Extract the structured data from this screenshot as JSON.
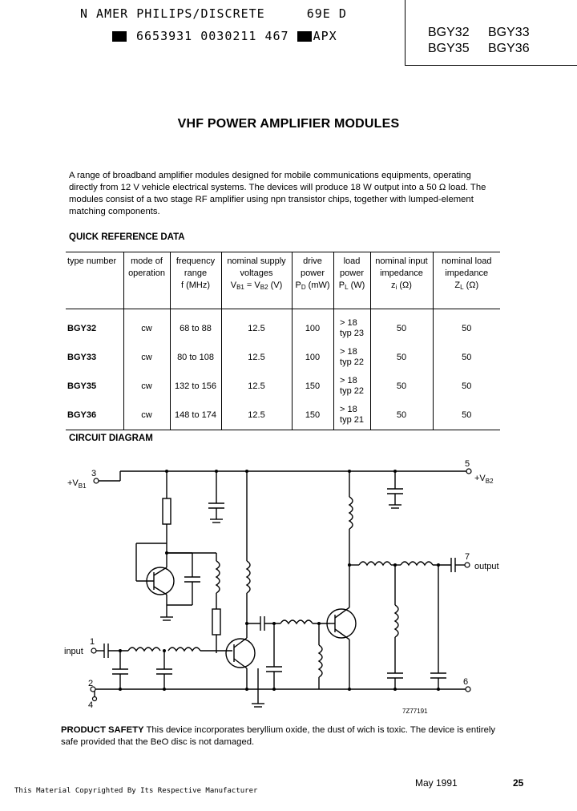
{
  "header": {
    "line1": "N AMER PHILIPS/DISCRETE",
    "line1_code": "69E D",
    "line2": "6653931 0030211 467",
    "line2_code": "APX",
    "part_numbers": [
      "BGY32",
      "BGY33",
      "BGY35",
      "BGY36"
    ]
  },
  "title": "VHF POWER AMPLIFIER MODULES",
  "intro": "A range of broadband amplifier modules designed for mobile communications equipments, operating directly from 12 V vehicle electrical systems. The devices will produce 18 W output into a 50 Ω load. The modules consist of a two stage RF amplifier using npn transistor chips, together with lumped-element matching components.",
  "quick_ref": {
    "heading": "QUICK REFERENCE DATA",
    "columns": {
      "type": "type number",
      "mode": "mode of operation",
      "freq1": "frequency range",
      "freq2": "f (MHz)",
      "supply1": "nominal supply voltages",
      "supply2a": "V",
      "supply2b": "B1",
      "supply2c": " = V",
      "supply2d": "B2",
      "supply2e": " (V)",
      "drive1": "drive power",
      "drive2a": "P",
      "drive2b": "D",
      "drive2c": " (mW)",
      "load1": "load power",
      "load2a": "P",
      "load2b": "L",
      "load2c": " (W)",
      "zin1": "nominal input impedance",
      "zin2a": "z",
      "zin2b": "i",
      "zin2c": " (Ω)",
      "zl1": "nominal load impedance",
      "zl2a": "Z",
      "zl2b": "L",
      "zl2c": " (Ω)"
    },
    "rows": [
      {
        "type": "BGY32",
        "mode": "cw",
        "freq": "68 to 88",
        "supply": "12.5",
        "drive": "100",
        "load_min": ">  18",
        "load_typ": "typ 23",
        "zin": "50",
        "zl": "50"
      },
      {
        "type": "BGY33",
        "mode": "cw",
        "freq": "80 to 108",
        "supply": "12.5",
        "drive": "100",
        "load_min": ">  18",
        "load_typ": "typ 22",
        "zin": "50",
        "zl": "50"
      },
      {
        "type": "BGY35",
        "mode": "cw",
        "freq": "132 to 156",
        "supply": "12.5",
        "drive": "150",
        "load_min": ">  18",
        "load_typ": "typ 22",
        "zin": "50",
        "zl": "50"
      },
      {
        "type": "BGY36",
        "mode": "cw",
        "freq": "148 to 174",
        "supply": "12.5",
        "drive": "150",
        "load_min": ">  18",
        "load_typ": "typ 21",
        "zin": "50",
        "zl": "50"
      }
    ]
  },
  "circuit": {
    "heading": "CIRCUIT DIAGRAM",
    "vb1_a": "+V",
    "vb1_b": "B1",
    "vb2_a": "+V",
    "vb2_b": "B2",
    "input": "input",
    "output": "output",
    "pin1": "1",
    "pin2": "2",
    "pin3": "3",
    "pin4": "4",
    "pin5": "5",
    "pin6": "6",
    "pin7": "7",
    "code": "7Z77191"
  },
  "safety": {
    "bold": "PRODUCT SAFETY",
    "text": " This device incorporates beryllium oxide, the dust of wich is toxic. The device is entirely safe provided that the BeO disc is not damaged."
  },
  "footer": {
    "note": "This Material Copyrighted By Its Respective Manufacturer",
    "date": "May 1991",
    "page": "25"
  }
}
